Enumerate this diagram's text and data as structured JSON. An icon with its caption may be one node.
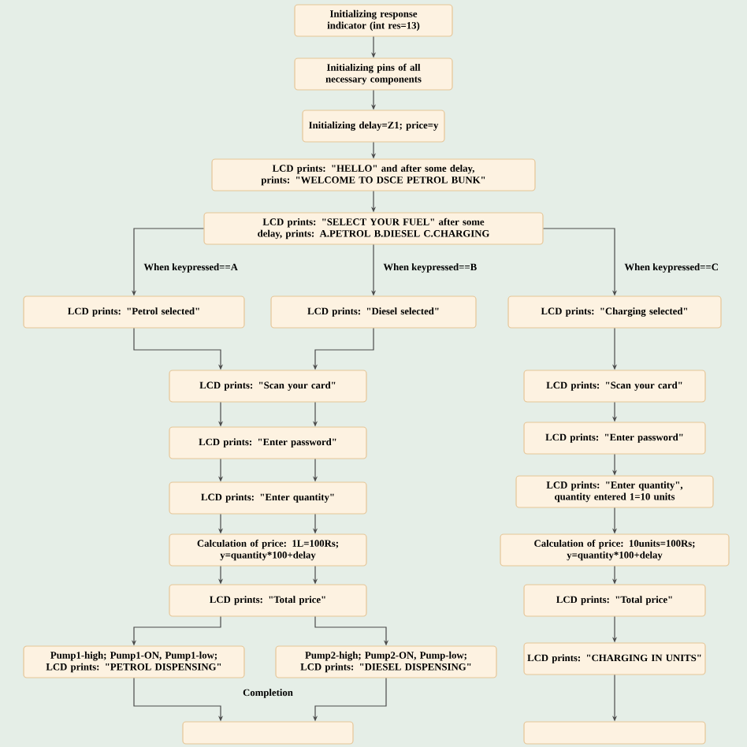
{
  "diagram": {
    "nodes": [
      {
        "text": [
          "Initializing response indicator (int res=13)"
        ]
      },
      {
        "text": [
          "Initializing pins of all necessary components"
        ]
      },
      {
        "text": [
          "Initializing delay=Z1; price=y"
        ]
      },
      {
        "text": [
          "LCD prints: \"HELLO\" and after some delay, prints: \"WELCOME TO DSCE PETROL BUNK\""
        ]
      },
      {
        "text": [
          "LCD prints: \"SELECT YOUR FUEL\" after some delay, prints: A.PETROL B.DIESEL C.CHARGING"
        ]
      },
      {
        "text": [
          "LCD prints: \"Petrol selected\""
        ]
      },
      {
        "text": [
          "LCD prints: \"Diesel selected\""
        ]
      },
      {
        "text": [
          "LCD prints: \"Charging selected\""
        ]
      },
      {
        "text": [
          "LCD prints: \"Scan your card\""
        ]
      },
      {
        "text": [
          "LCD prints: \"Enter password\""
        ]
      },
      {
        "text": [
          "LCD prints: \"Enter quantity\""
        ]
      },
      {
        "text": [
          "Calculation of price: 1L=100Rs; y=quantity*100+delay"
        ]
      },
      {
        "text": [
          "LCD prints: \"Total price\""
        ]
      },
      {
        "text": [
          "Pump1-high; Pump1-ON, Pump1-low; LCD prints: \"PETROL DISPENSING\""
        ]
      },
      {
        "text": [
          "Pump2-high; Pump2-ON, Pump-low; LCD prints: \"DIESEL DISPENSING\""
        ]
      },
      {
        "text": [],
        "shape": "box"
      },
      {
        "text": [
          "LCD prints: \"Scan your card\""
        ]
      },
      {
        "text": [
          "LCD prints: \"Enter password\""
        ]
      },
      {
        "text": [
          "LCD prints: \"Enter quantity\", quantity entered 1=10 units"
        ]
      },
      {
        "text": [
          "Calculation of price: 10units=100Rs; y=quantity*100+delay"
        ]
      },
      {
        "text": [
          "LCD prints: \"Total price\""
        ]
      },
      {
        "text": [
          "LCD prints: \"CHARGING IN UNITS\""
        ]
      },
      {
        "text": [],
        "shape": "box"
      }
    ],
    "edges": [
      {
        "from": 0,
        "to": 1,
        "arrow": "to"
      },
      {
        "from": 1,
        "to": 2,
        "arrow": "to"
      },
      {
        "from": 2,
        "to": 3,
        "arrow": "to"
      },
      {
        "from": 3,
        "to": 4,
        "arrow": "to"
      },
      {
        "from": 4,
        "to": 5,
        "arrow": "to",
        "label": "When keypressed==A"
      },
      {
        "from": 4,
        "to": 6,
        "arrow": "to",
        "label": "When keypressed==B"
      },
      {
        "from": 4,
        "to": 7,
        "arrow": "to",
        "label": "When keypressed==C"
      },
      {
        "from": 5,
        "to": 8,
        "arrow": "to"
      },
      {
        "from": 6,
        "to": 8,
        "arrow": "to"
      },
      {
        "from": 8,
        "to": 9,
        "arrow": "to"
      },
      {
        "from": 8,
        "to": 9,
        "arrow": "to"
      },
      {
        "from": 9,
        "to": 10,
        "arrow": "to"
      },
      {
        "from": 9,
        "to": 10,
        "arrow": "to"
      },
      {
        "from": 10,
        "to": 11,
        "arrow": "to"
      },
      {
        "from": 10,
        "to": 11,
        "arrow": "to"
      },
      {
        "from": 11,
        "to": 12,
        "arrow": "to"
      },
      {
        "from": 11,
        "to": 12,
        "arrow": "to"
      },
      {
        "from": 12,
        "to": 13,
        "arrow": "to"
      },
      {
        "from": 12,
        "to": 14,
        "arrow": "to"
      },
      {
        "from": 13,
        "to": 15,
        "arrow": "to"
      },
      {
        "from": 14,
        "to": 15,
        "arrow": "to"
      },
      {
        "from": 7,
        "to": 16,
        "arrow": "to"
      },
      {
        "from": 16,
        "to": 17,
        "arrow": "to"
      },
      {
        "from": 17,
        "to": 18,
        "arrow": "to"
      },
      {
        "from": 18,
        "to": 19,
        "arrow": "to"
      },
      {
        "from": 19,
        "to": 20,
        "arrow": "to"
      },
      {
        "from": 20,
        "to": 21,
        "arrow": "to"
      },
      {
        "from": 21,
        "to": 22,
        "arrow": "to"
      }
    ],
    "labels": [
      "Completion"
    ]
  }
}
